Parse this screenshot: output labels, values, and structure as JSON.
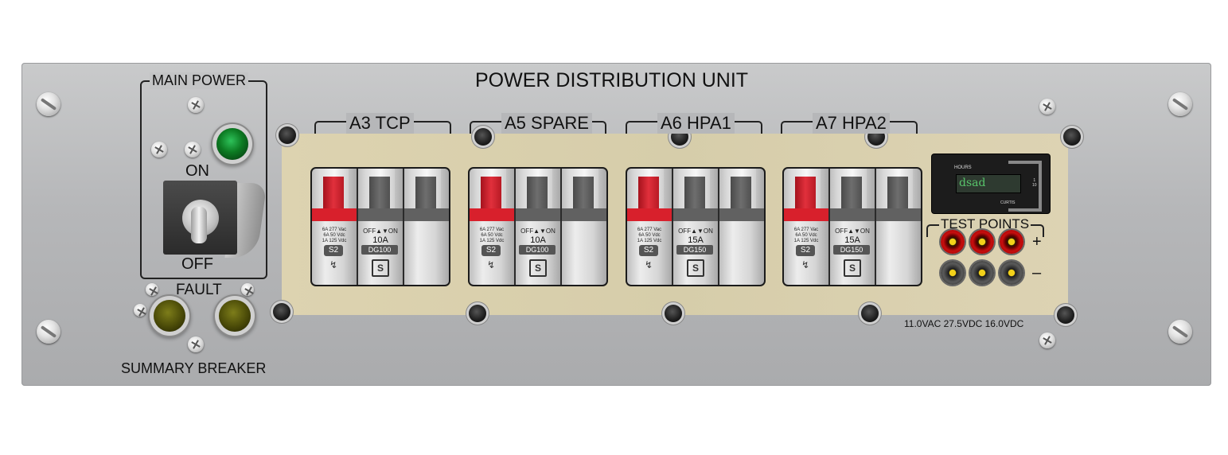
{
  "panel": {
    "title": "POWER DISTRIBUTION UNIT",
    "summary_label": "SUMMARY BREAKER",
    "fault_label": "FAULT",
    "voltages_readout": "11.0VAC 27.5VDC 16.0VDC"
  },
  "main_power": {
    "title": "MAIN POWER",
    "on_label": "ON",
    "off_label": "OFF",
    "toggle_state": "ON",
    "indicator_color": "#0c7a22"
  },
  "fault_lamps": [
    {
      "color": "#4a4a08"
    },
    {
      "color": "#4a4a08"
    }
  ],
  "breakers": [
    {
      "label": "A3 TCP",
      "amps": "10A",
      "model": "DG100",
      "rating_lines": [
        "6A 277 Vac",
        "6A 50 Vdc",
        "1A 125 Vdc"
      ],
      "badge": "S2",
      "offon": "OFF▲▼ON"
    },
    {
      "label": "A5 SPARE",
      "amps": "10A",
      "model": "DG100",
      "rating_lines": [
        "6A 277 Vac",
        "6A 50 Vdc",
        "1A 125 Vdc"
      ],
      "badge": "S2",
      "offon": "OFF▲▼ON"
    },
    {
      "label": "A6 HPA1",
      "amps": "15A",
      "model": "DG150",
      "rating_lines": [
        "6A 277 Vac",
        "6A 50 Vdc",
        "1A 125 Vdc"
      ],
      "badge": "S2",
      "offon": "OFF▲▼ON"
    },
    {
      "label": "A7 HPA2",
      "amps": "15A",
      "model": "DG150",
      "rating_lines": [
        "6A 277 Vac",
        "6A 50 Vdc",
        "1A 125 Vdc"
      ],
      "badge": "S2",
      "offon": "OFF▲▼ON"
    }
  ],
  "hour_meter": {
    "hours_label": "HOURS",
    "value": "dsad",
    "brand": "CURTIS",
    "scale_top": "1",
    "scale_bottom": "10"
  },
  "test_points": {
    "title": "TEST POINTS",
    "plus": "+",
    "minus": "–"
  },
  "colors": {
    "breaker_red": "#d8202c",
    "breaker_gray": "#616161",
    "beige": "#d8cfad",
    "meter_text": "#58c46a"
  }
}
